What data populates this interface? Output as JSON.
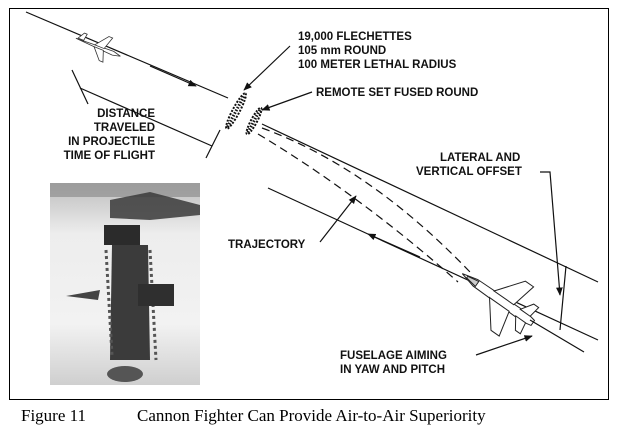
{
  "figure": {
    "labels": {
      "flechettes_line1": "19,000 FLECHETTES",
      "flechettes_line2": "105 mm ROUND",
      "flechettes_line3": "100 METER LETHAL RADIUS",
      "remote_set": "REMOTE SET FUSED ROUND",
      "distance_line1": "DISTANCE",
      "distance_line2": "TRAVELED",
      "distance_line3": "IN PROJECTILE",
      "distance_line4": "TIME OF FLIGHT",
      "lateral_line1": "LATERAL AND",
      "lateral_line2": "VERTICAL OFFSET",
      "trajectory": "TRAJECTORY",
      "fuselage_line1": "FUSELAGE AIMING",
      "fuselage_line2": "IN YAW AND PITCH"
    }
  },
  "caption": {
    "number": "Figure 11",
    "title": "Cannon Fighter Can Provide Air-to-Air Superiority"
  },
  "colors": {
    "ink": "#111111",
    "photo_bg": "#e6e6e6"
  }
}
